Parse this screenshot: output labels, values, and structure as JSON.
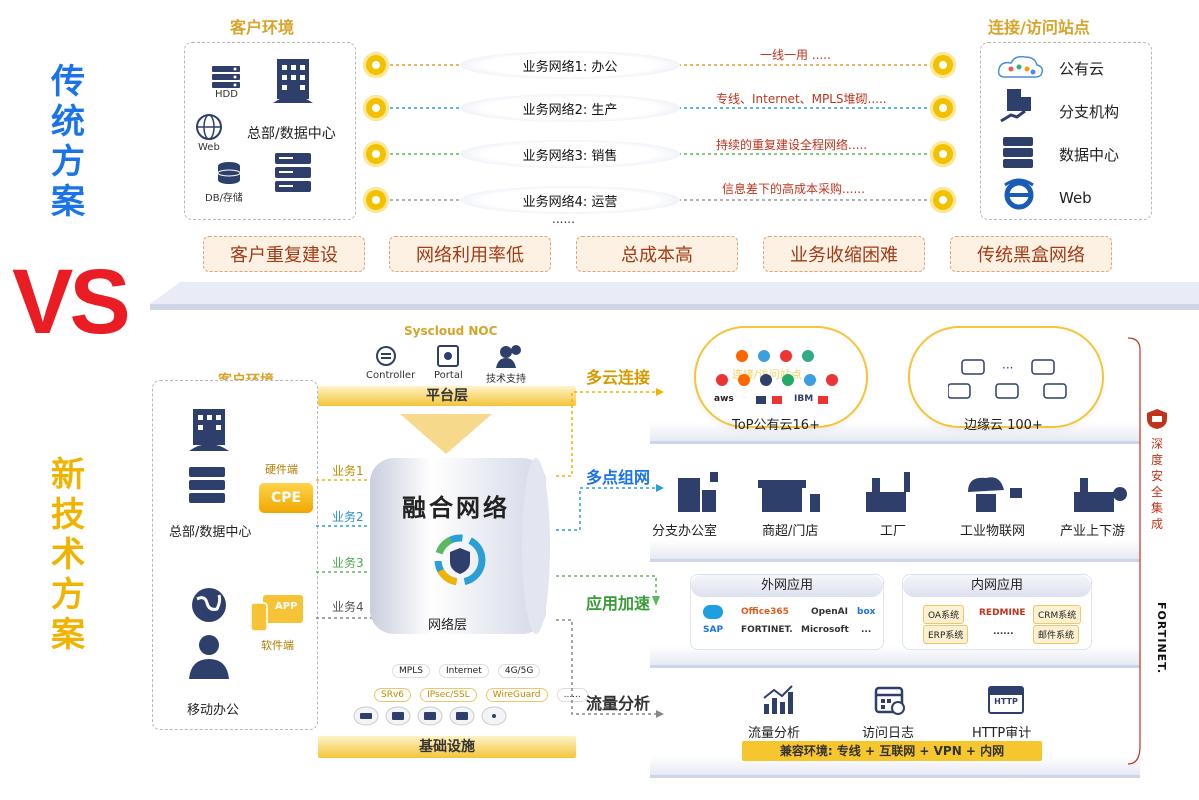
{
  "labels": {
    "traditional": [
      "传",
      "统",
      "方",
      "案"
    ],
    "vs": "VS",
    "newtech": [
      "新",
      "技",
      "术",
      "方",
      "案"
    ]
  },
  "top": {
    "customer_env": {
      "title": "客户环境",
      "hdd": "HDD",
      "web": "Web",
      "db": "DB/存储",
      "hq": "总部/数据中心"
    },
    "networks": [
      {
        "label": "业务网络1:   办公",
        "desc": "一线一用 ....."
      },
      {
        "label": "业务网络2:   生产",
        "desc": "专线、Internet、MPLS堆砌....."
      },
      {
        "label": "业务网络3:   销售",
        "desc": "持续的重复建设全程网络....."
      },
      {
        "label": "业务网络4:   运营",
        "desc": "信息差下的高成本采购......"
      }
    ],
    "ellipsis": "......",
    "access_sites": {
      "title": "连接/访问站点",
      "items": [
        "公有云",
        "分支机构",
        "数据中心",
        "Web"
      ]
    },
    "problems": [
      "客户重复建设",
      "网络利用率低",
      "总成本高",
      "业务收缩困难",
      "传统黑盒网络"
    ]
  },
  "bottom": {
    "customer_env": {
      "title": "客户环境",
      "hardware": "硬件端",
      "cpe": "CPE",
      "hq": "总部/数据中心",
      "app": "APP",
      "software": "软件端",
      "mobile": "移动办公"
    },
    "noc": {
      "title": "Syscloud NOC",
      "items": [
        "Controller",
        "Portal",
        "技术支持"
      ],
      "layer": "平台层"
    },
    "services": [
      "业务1",
      "业务2",
      "业务3",
      "业务4"
    ],
    "fusion": {
      "title": "融合网络",
      "layer": "网络层"
    },
    "infra": {
      "tags_row1": [
        "MPLS",
        "Internet",
        "4G/5G"
      ],
      "tags_row2": [
        "SRv6",
        "IPsec/SSL",
        "WireGuard",
        "......"
      ],
      "layer": "基础设施"
    },
    "categories": {
      "multicloud": "多云连接",
      "multipoint": "多点组网",
      "accel": "应用加速",
      "traffic": "流量分析"
    },
    "clouds": {
      "public": "ToP公有云16+",
      "edge": "边缘云 100+",
      "public_overlay": "连接/访问站点",
      "logos": [
        "aws",
        "IBM"
      ]
    },
    "sites": [
      "分支办公室",
      "商超/门店",
      "工厂",
      "工业物联网",
      "产业上下游"
    ],
    "apps": {
      "external": {
        "title": "外网应用",
        "items": [
          "Office365",
          "OpenAI",
          "box",
          "SAP",
          "FORTINET.",
          "Microsoft",
          "..."
        ]
      },
      "internal": {
        "title": "内网应用",
        "items": [
          "OA系统",
          "REDMINE",
          "CRM系统",
          "ERP系统",
          "......",
          "邮件系统"
        ]
      }
    },
    "analysis": {
      "items": [
        "流量分析",
        "访问日志",
        "HTTP审计"
      ],
      "http_icon": "HTTP",
      "compat": "兼容环境:   专线 + 互联网 + VPN + 内网"
    },
    "right_side": {
      "security": [
        "深",
        "度",
        "安",
        "全",
        "集",
        "成"
      ],
      "brand": "FORTINET."
    }
  }
}
